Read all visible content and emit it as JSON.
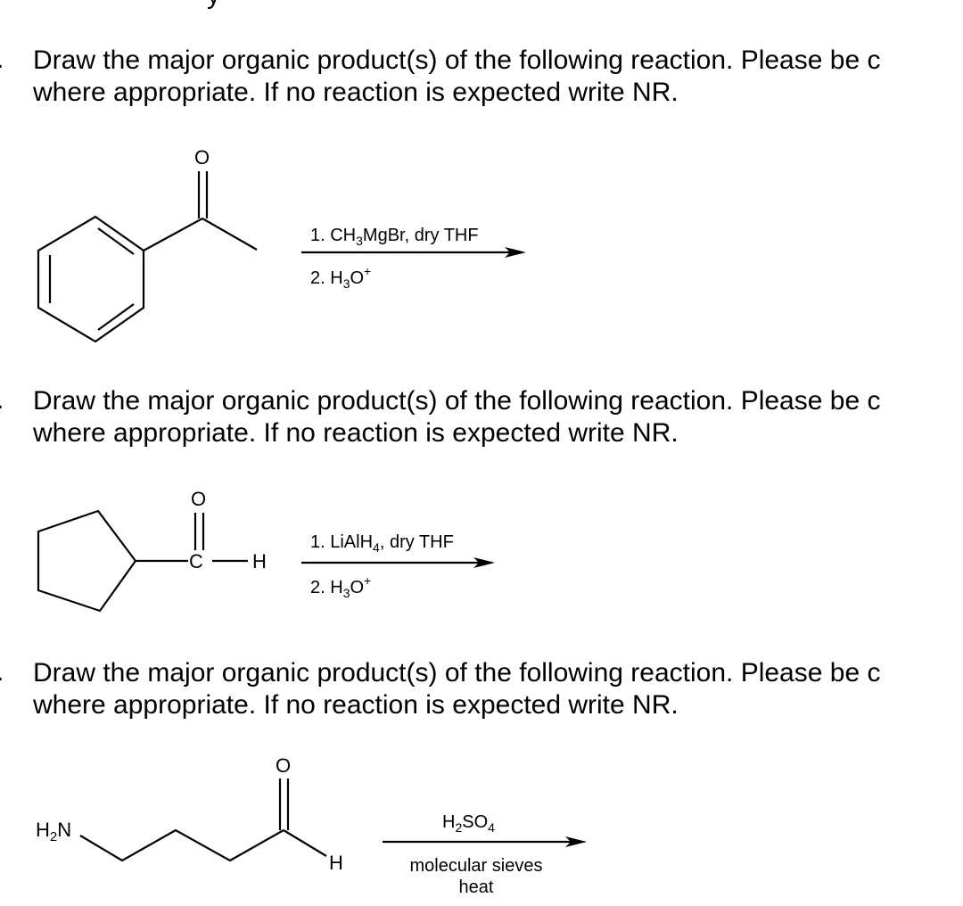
{
  "top_fragment": "y",
  "questions": [
    {
      "number": ".",
      "line1": "Draw the major organic product(s) of the following reaction. Please be c",
      "line2": "where appropriate. If no reaction is expected write NR.",
      "molecule": {
        "o_label": "O"
      },
      "reagents": {
        "step1": [
          "1. CH",
          "3",
          "MgBr, dry THF"
        ],
        "step2": [
          "2. H",
          "3",
          "O",
          "+"
        ]
      }
    },
    {
      "number": ".",
      "line1": "Draw the major organic product(s) of the following reaction. Please be c",
      "line2": "where appropriate. If no reaction is expected write NR.",
      "molecule": {
        "o_label": "O",
        "c_label": "C",
        "h_label": "H"
      },
      "reagents": {
        "step1": [
          "1. LiAlH",
          "4",
          ", dry THF"
        ],
        "step2": [
          "2. H",
          "3",
          "O",
          "+"
        ]
      }
    },
    {
      "number": ".",
      "line1": "Draw the major organic product(s) of the following reaction. Please be c",
      "line2": "where appropriate. If no reaction is expected write NR.",
      "molecule": {
        "nh2_h": "H",
        "nh2_sub": "2",
        "nh2_n": "N",
        "o_label": "O",
        "h_label": "H"
      },
      "reagents": {
        "above": [
          "H",
          "2",
          "SO",
          "4"
        ],
        "below1": "molecular sieves",
        "below2": "heat"
      }
    }
  ]
}
